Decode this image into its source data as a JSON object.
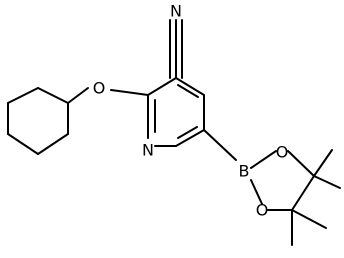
{
  "molecule": {
    "atoms": {
      "nitrile_n": "N",
      "ether_o": "O",
      "ring_n": "N",
      "boron": "B",
      "boronate_o_top": "O",
      "boronate_o_bottom": "O"
    }
  }
}
